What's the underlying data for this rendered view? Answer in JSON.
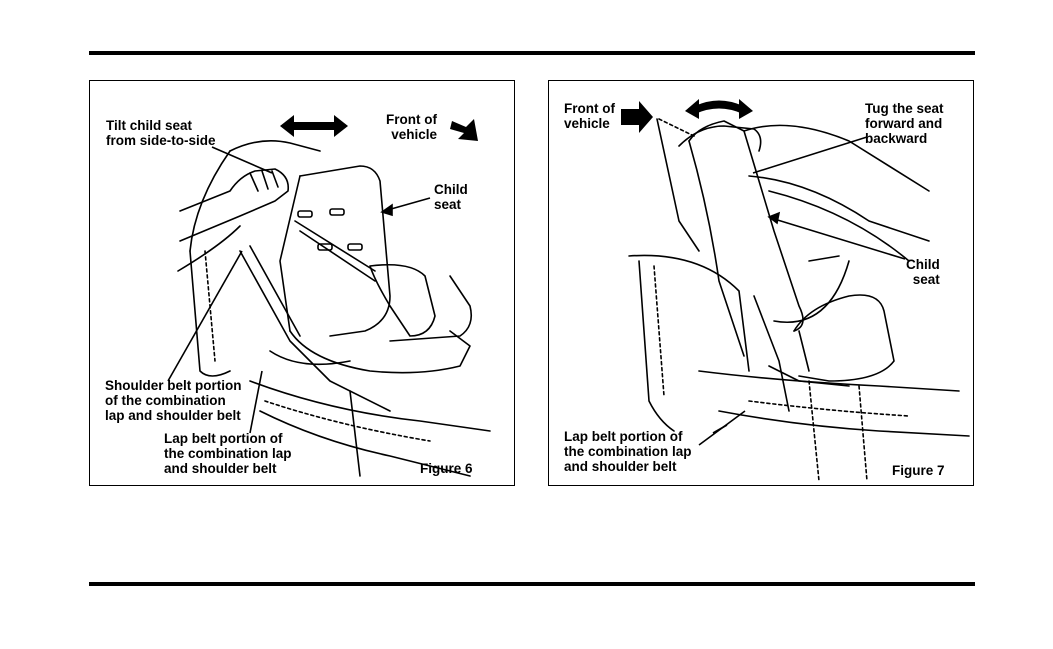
{
  "figure6": {
    "caption": "Figure 6",
    "labels": {
      "tilt": "Tilt child seat\nfrom side-to-side",
      "front": "Front of\nvehicle",
      "child_seat": "Child\nseat",
      "shoulder_belt": "Shoulder belt portion\nof the combination\nlap and shoulder belt",
      "lap_belt": "Lap belt portion of\nthe combination lap\nand shoulder belt"
    }
  },
  "figure7": {
    "caption": "Figure 7",
    "labels": {
      "front": "Front of\nvehicle",
      "tug": "Tug the seat\nforward and\nbackward",
      "child_seat": "Child\nseat",
      "lap_belt": "Lap belt portion of\nthe combination lap\nand shoulder belt"
    }
  },
  "colors": {
    "ink": "#000000",
    "paper": "#ffffff"
  }
}
